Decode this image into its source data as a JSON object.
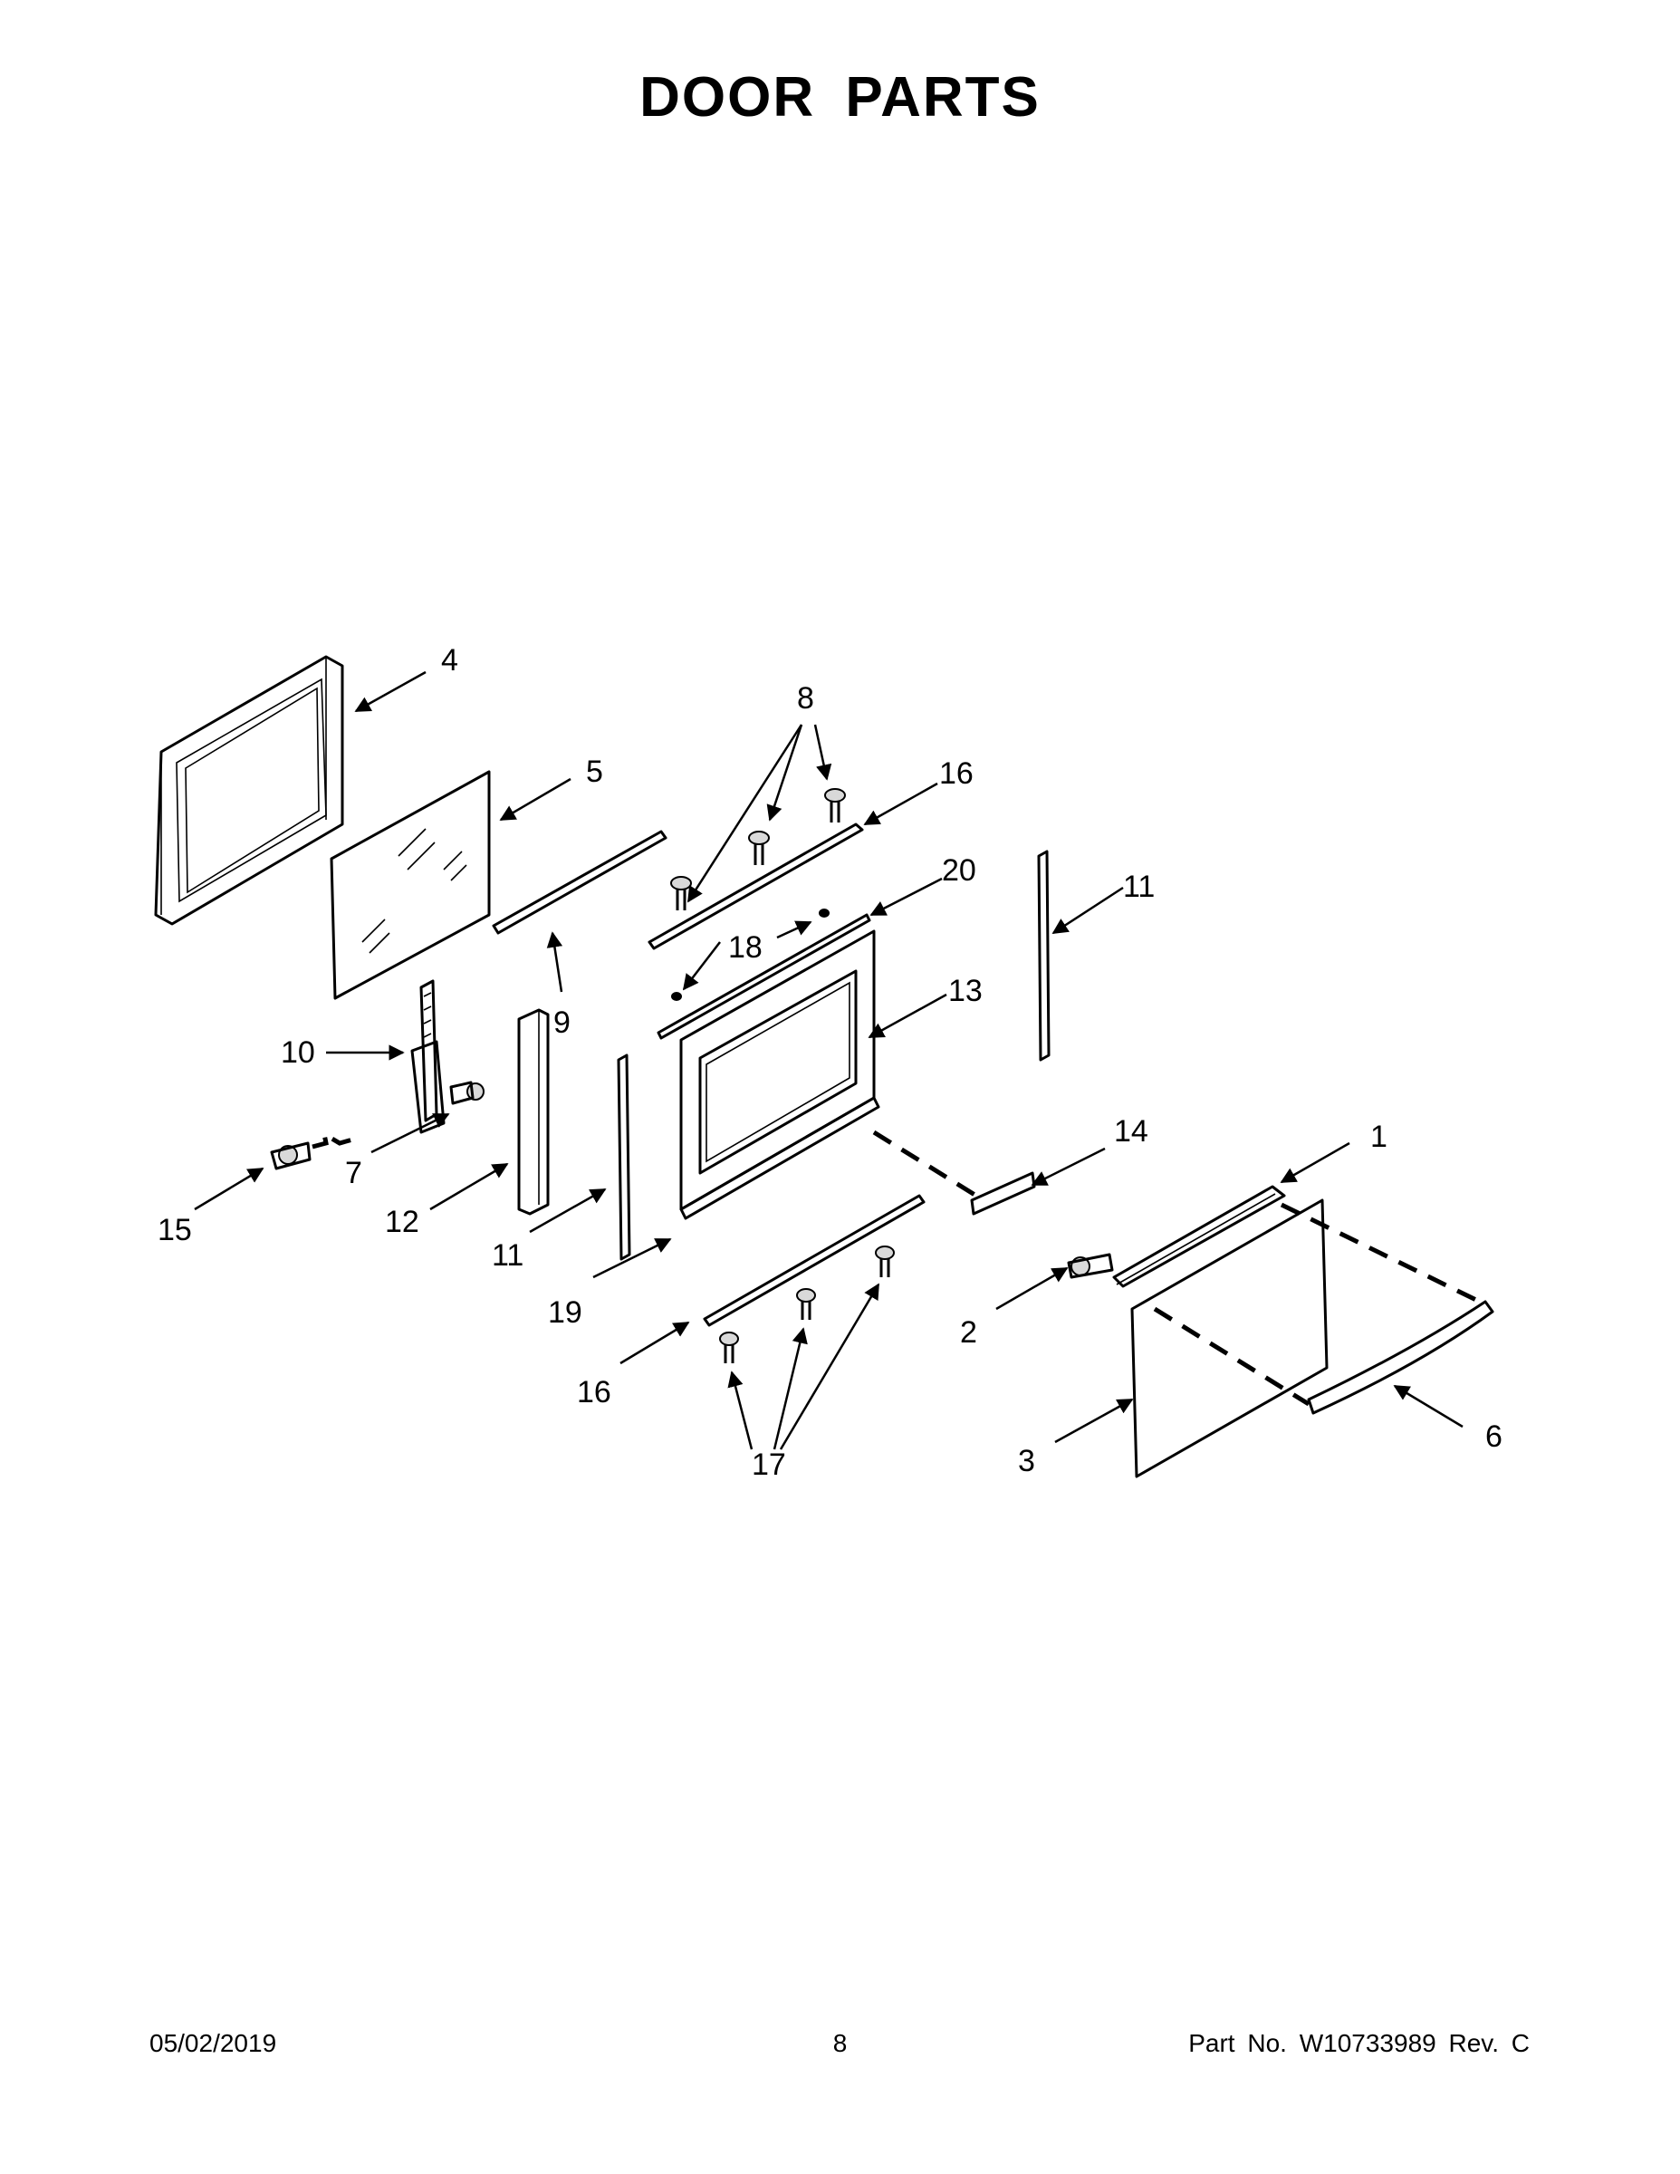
{
  "page": {
    "title": "DOOR PARTS",
    "footer": {
      "date": "05/02/2019",
      "page_number": "8",
      "part_number": "Part No.  W10733989  Rev.  C"
    }
  },
  "callouts": {
    "c1": "1",
    "c2": "2",
    "c3": "3",
    "c4": "4",
    "c5": "5",
    "c6": "6",
    "c7": "7",
    "c8": "8",
    "c9": "9",
    "c10": "10",
    "c11a": "11",
    "c11b": "11",
    "c12": "12",
    "c13": "13",
    "c14": "14",
    "c15": "15",
    "c16a": "16",
    "c16b": "16",
    "c17": "17",
    "c18": "18",
    "c19": "19",
    "c20": "20"
  }
}
